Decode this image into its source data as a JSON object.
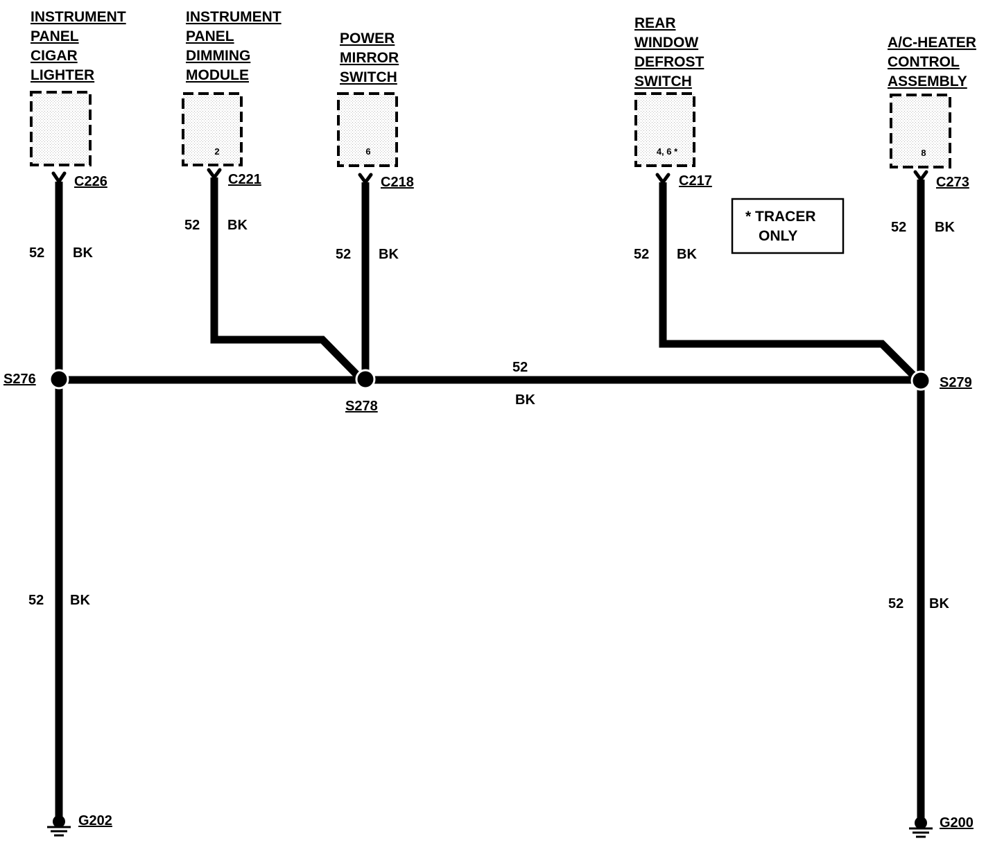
{
  "components": {
    "cigar_lighter": {
      "lines": [
        "INSTRUMENT",
        "PANEL",
        "CIGAR",
        "LIGHTER"
      ],
      "connector": "C226",
      "pin": ""
    },
    "dimming_module": {
      "lines": [
        "INSTRUMENT",
        "PANEL",
        "DIMMING",
        "MODULE"
      ],
      "connector": "C221",
      "pin": "2"
    },
    "power_mirror_switch": {
      "lines": [
        "POWER",
        "MIRROR",
        "SWITCH"
      ],
      "connector": "C218",
      "pin": "6"
    },
    "rear_defrost_switch": {
      "lines": [
        "REAR",
        "WINDOW",
        "DEFROST",
        "SWITCH"
      ],
      "connector": "C217",
      "pin": "4, 6 *"
    },
    "ac_heater_control": {
      "lines": [
        "A/C-HEATER",
        "CONTROL",
        "ASSEMBLY"
      ],
      "connector": "C273",
      "pin": "8"
    }
  },
  "wires": {
    "cigar_lighter_drop": {
      "gauge": "52",
      "color": "BK"
    },
    "dimming_module_drop": {
      "gauge": "52",
      "color": "BK"
    },
    "power_mirror_drop": {
      "gauge": "52",
      "color": "BK"
    },
    "rear_defrost_drop": {
      "gauge": "52",
      "color": "BK"
    },
    "ac_heater_drop": {
      "gauge": "52",
      "color": "BK"
    },
    "main_bus": {
      "gauge": "52",
      "color": "BK"
    },
    "left_ground_run": {
      "gauge": "52",
      "color": "BK"
    },
    "right_ground_run": {
      "gauge": "52",
      "color": "BK"
    }
  },
  "splices": {
    "left": "S276",
    "middle": "S278",
    "right": "S279"
  },
  "grounds": {
    "left": "G202",
    "right": "G200"
  },
  "note": {
    "line1": "* TRACER",
    "line2": "ONLY"
  }
}
